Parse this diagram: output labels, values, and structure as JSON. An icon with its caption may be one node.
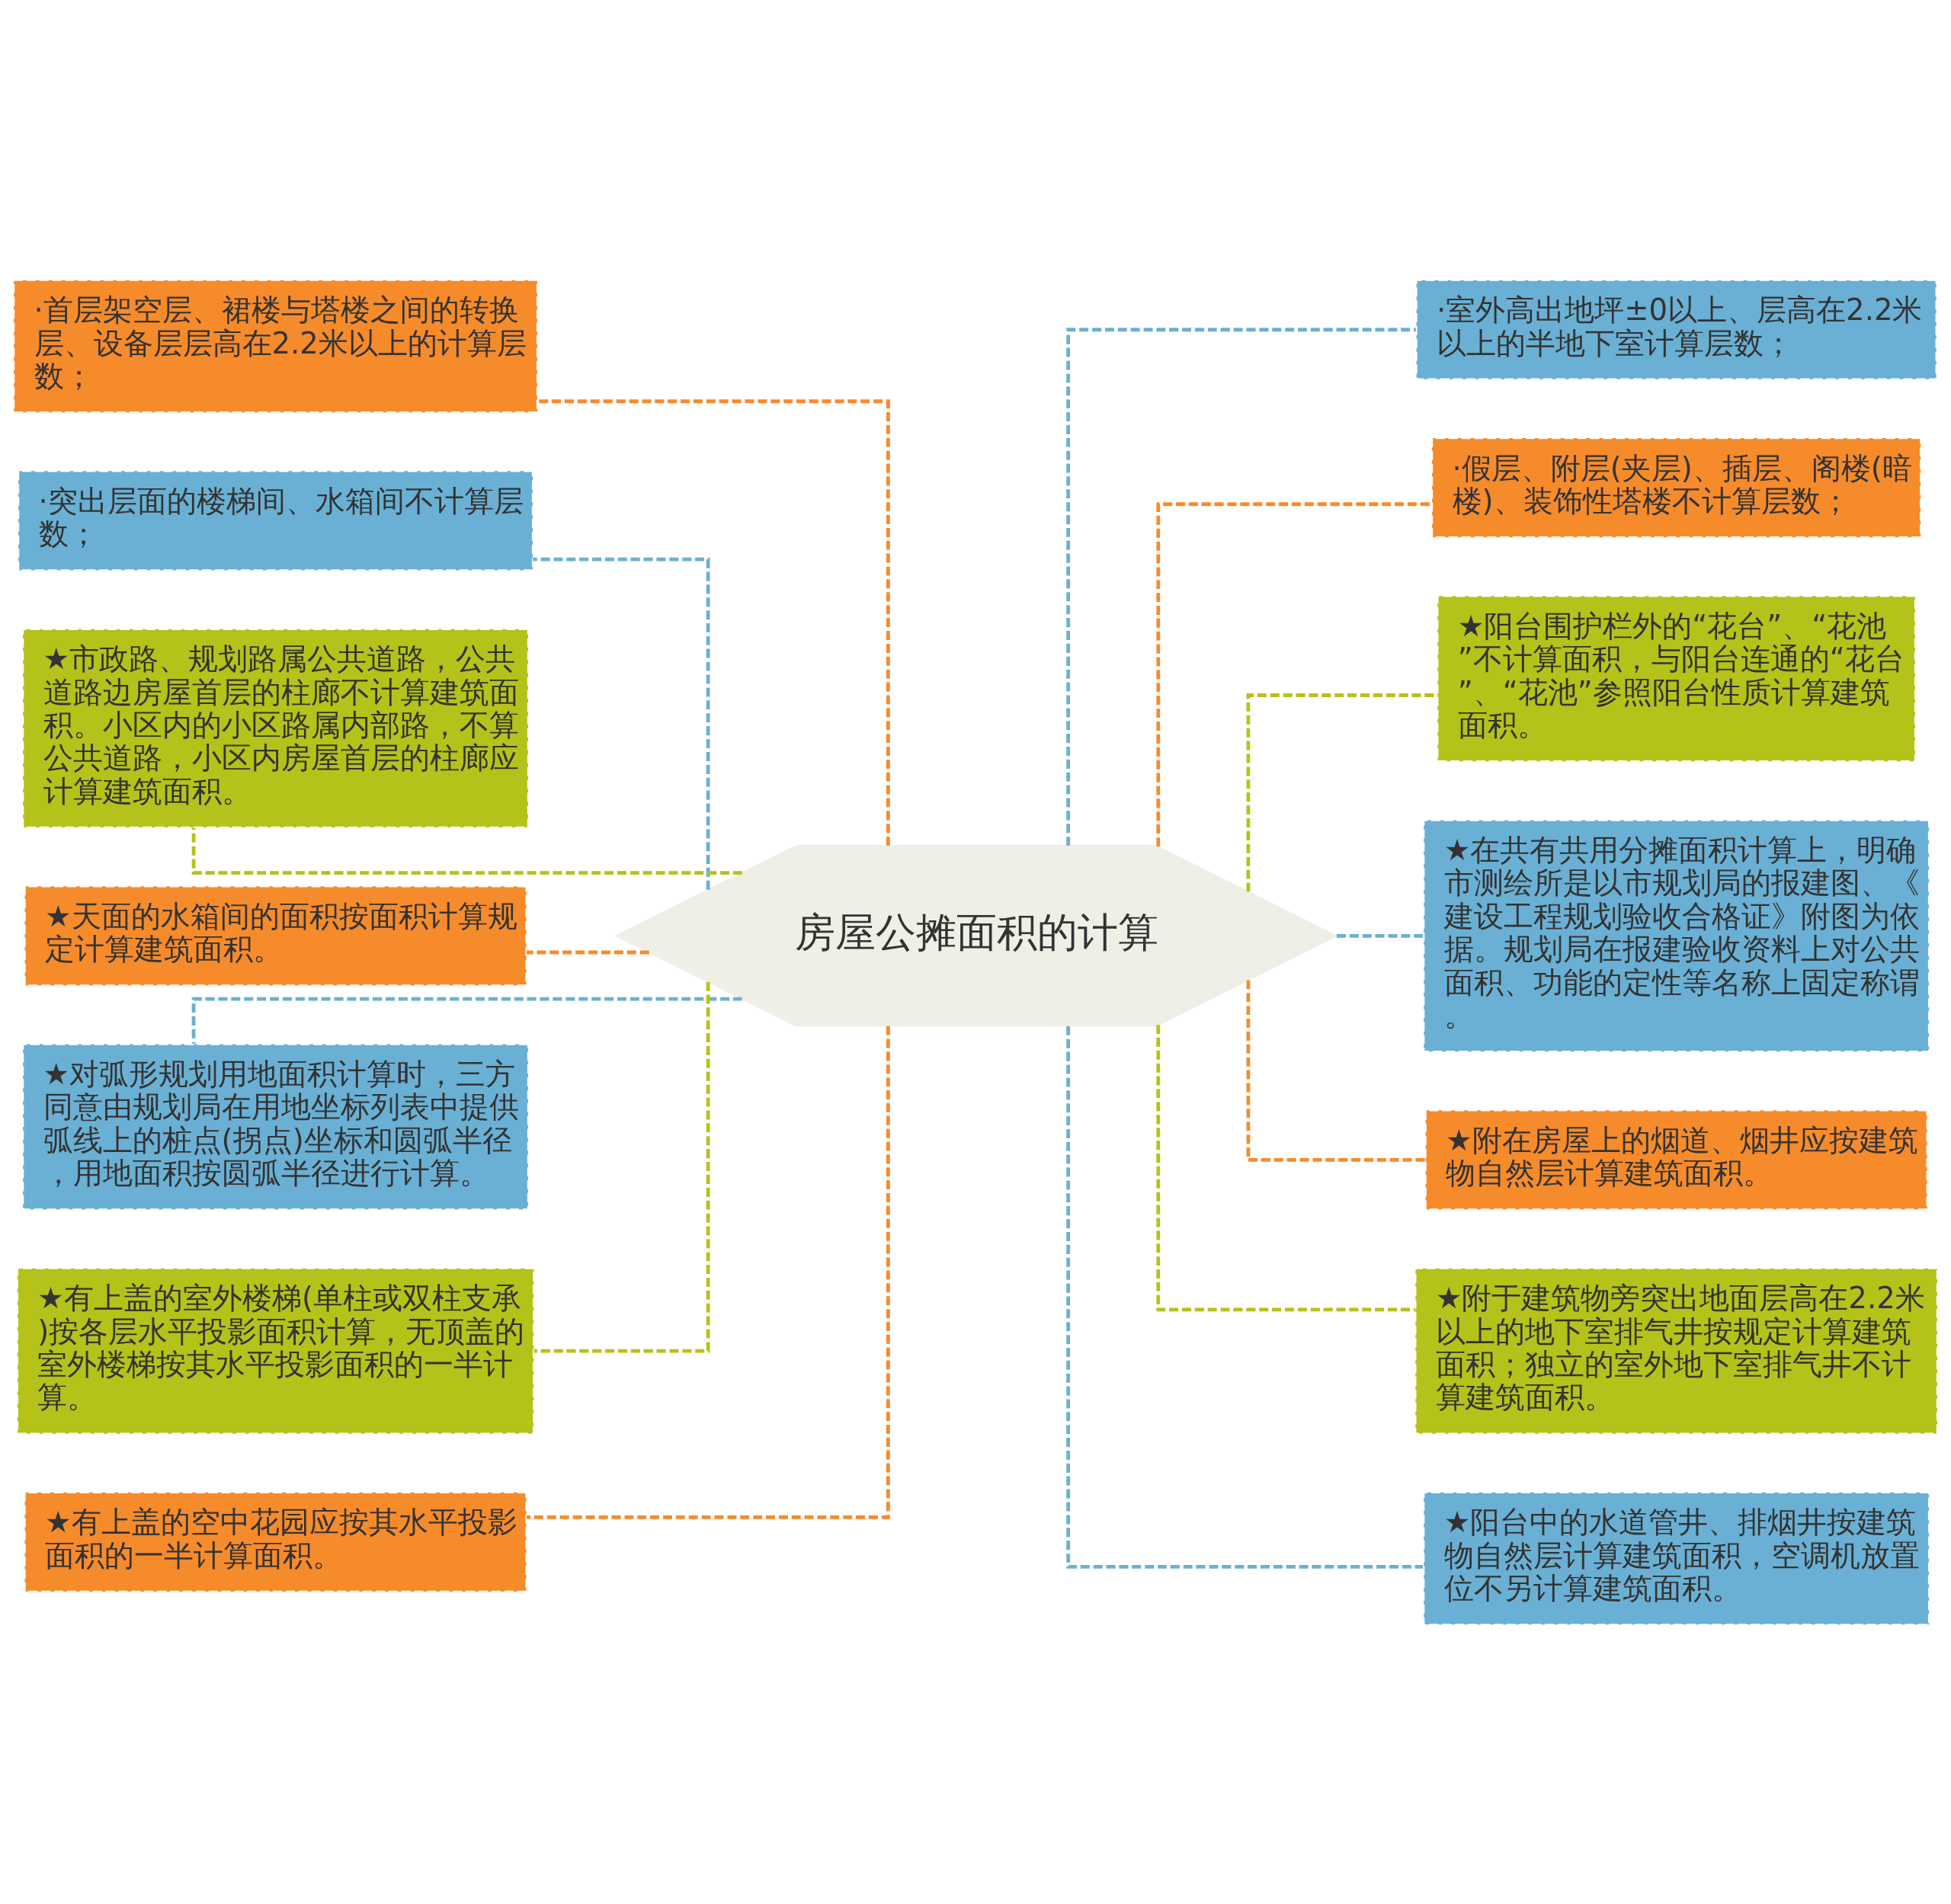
{
  "diagram": {
    "nodes": [
      {
        "text": [
          "房屋公摊面积的计算"
        ]
      },
      {
        "text": [
          "·首层架空层、裙楼与塔楼之间的转换层、设备层层高在2.2米以上的计算层数；"
        ]
      },
      {
        "text": [
          "·突出层面的楼梯间、水箱间不计算层数；"
        ]
      },
      {
        "text": [
          "★市政路、规划路属公共道路，公共道路边房屋首层的柱廊不计算建筑面积。小区内的小区路属内部路，不算公共道路，小区内房屋首层的柱廊应计算建筑面积。"
        ]
      },
      {
        "text": [
          "★天面的水箱间的面积按面积计算规定计算建筑面积。"
        ]
      },
      {
        "text": [
          "★对弧形规划用地面积计算时，三方同意由规划局在用地坐标列表中提供弧线上的桩点(拐点)坐标和圆弧半径，用地面积按圆弧半径进行计算。"
        ]
      },
      {
        "text": [
          "★有上盖的室外楼梯(单柱或双柱支承)按各层水平投影面积计算，无顶盖的室外楼梯按其水平投影面积的一半计算。"
        ]
      },
      {
        "text": [
          "★有上盖的空中花园应按其水平投影面积的一半计算面积。"
        ]
      },
      {
        "text": [
          "·室外高出地坪±0以上、层高在2.2米以上的半地下室计算层数；"
        ]
      },
      {
        "text": [
          "·假层、附层(夹层)、插层、阁楼(暗楼)、装饰性塔楼不计算层数；"
        ]
      },
      {
        "text": [
          "★阳台围护栏外的“花台”、“花池”不计算面积，与阳台连通的“花台”、“花池”参照阳台性质计算建筑面积。"
        ]
      },
      {
        "text": [
          "★在共有共用分摊面积计算上，明确市测绘所是以市规划局的报建图、《建设工程规划验收合格证》附图为依据。规划局在报建验收资料上对公共面积、功能的定性等名称上固定称谓。"
        ]
      },
      {
        "text": [
          "★附在房屋上的烟道、烟井应按建筑物自然层计算建筑面积。"
        ]
      },
      {
        "text": [
          "★附于建筑物旁突出地面层高在2.2米以上的地下室排气井按规定计算建筑面积；独立的室外地下室排气井不计算建筑面积。"
        ]
      },
      {
        "text": [
          "★阳台中的水道管井、排烟井按建筑物自然层计算建筑面积，空调机放置位不另计算建筑面积。"
        ]
      }
    ],
    "edges": [
      {
        "from": 0,
        "to": 1,
        "arrow": "none",
        "style": "dashed",
        "color": "#f68b2c"
      },
      {
        "from": 0,
        "to": 2,
        "arrow": "none",
        "style": "dashed",
        "color": "#6ab0d4"
      },
      {
        "from": 0,
        "to": 3,
        "arrow": "none",
        "style": "dashed",
        "color": "#b5c21a"
      },
      {
        "from": 0,
        "to": 4,
        "arrow": "none",
        "style": "dashed",
        "color": "#f68b2c"
      },
      {
        "from": 0,
        "to": 5,
        "arrow": "none",
        "style": "dashed",
        "color": "#6ab0d4"
      },
      {
        "from": 0,
        "to": 6,
        "arrow": "none",
        "style": "dashed",
        "color": "#b5c21a"
      },
      {
        "from": 0,
        "to": 7,
        "arrow": "none",
        "style": "dashed",
        "color": "#f68b2c"
      },
      {
        "from": 0,
        "to": 8,
        "arrow": "none",
        "style": "dashed",
        "color": "#6ab0d4"
      },
      {
        "from": 0,
        "to": 9,
        "arrow": "none",
        "style": "dashed",
        "color": "#f68b2c"
      },
      {
        "from": 0,
        "to": 10,
        "arrow": "none",
        "style": "dashed",
        "color": "#b5c21a"
      },
      {
        "from": 0,
        "to": 11,
        "arrow": "none",
        "style": "dashed",
        "color": "#6ab0d4"
      },
      {
        "from": 0,
        "to": 12,
        "arrow": "none",
        "style": "dashed",
        "color": "#f68b2c"
      },
      {
        "from": 0,
        "to": 13,
        "arrow": "none",
        "style": "dashed",
        "color": "#b5c21a"
      },
      {
        "from": 0,
        "to": 14,
        "arrow": "none",
        "style": "dashed",
        "color": "#6ab0d4"
      }
    ]
  }
}
